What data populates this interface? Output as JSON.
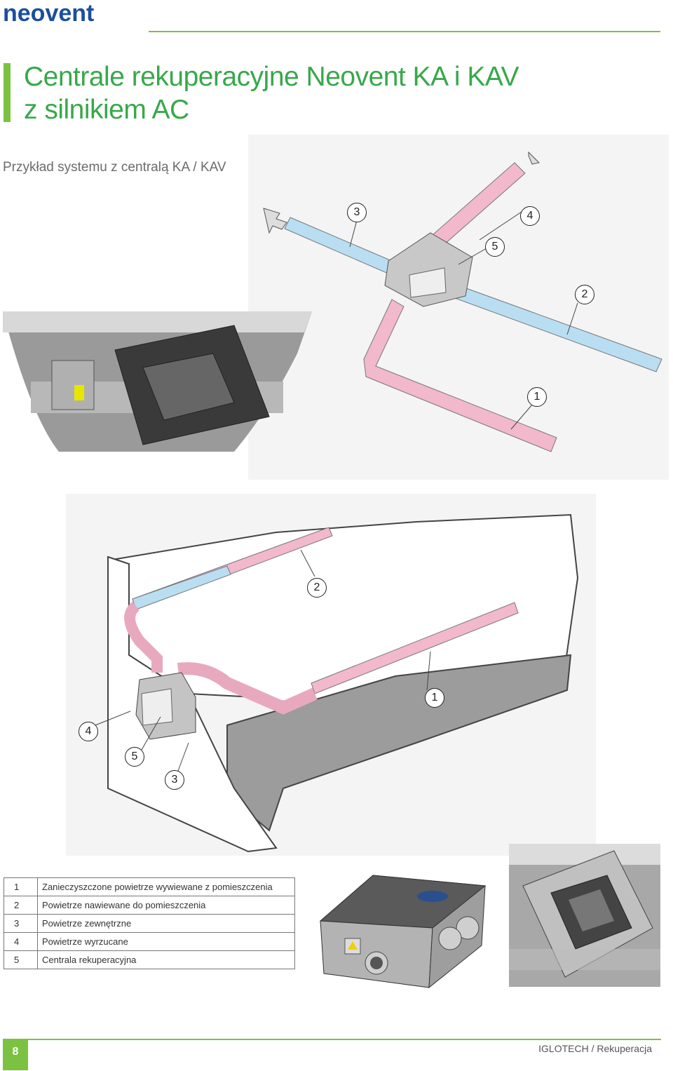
{
  "logo": {
    "brand": "neovent"
  },
  "header": {
    "title_line1": "Centrale rekuperacyjne Neovent KA i KAV",
    "title_line2": "z silnikiem AC",
    "subtitle": "Przykład systemu z centralą KA / KAV"
  },
  "top_diagram": {
    "callouts": [
      "3",
      "4",
      "5",
      "2",
      "1"
    ]
  },
  "room_diagram": {
    "callouts": [
      "2",
      "1",
      "4",
      "5",
      "3"
    ]
  },
  "legend": [
    {
      "num": "1",
      "text": "Zanieczyszczone powietrze wywiewane z pomieszczenia"
    },
    {
      "num": "2",
      "text": "Powietrze nawiewane do pomieszczenia"
    },
    {
      "num": "3",
      "text": "Powietrze zewnętrzne"
    },
    {
      "num": "4",
      "text": "Powietrze wyrzucane"
    },
    {
      "num": "5",
      "text": "Centrala rekuperacyjna"
    }
  ],
  "footer": {
    "page_number": "8",
    "right_text": "IGLOTECH / Rekuperacja"
  },
  "colors": {
    "accent_green": "#7cc242",
    "title_green": "#38a84b",
    "supply_pink": "#f2b8cc",
    "intake_blue": "#b9def2",
    "logo_blue": "#1c4f9c"
  }
}
